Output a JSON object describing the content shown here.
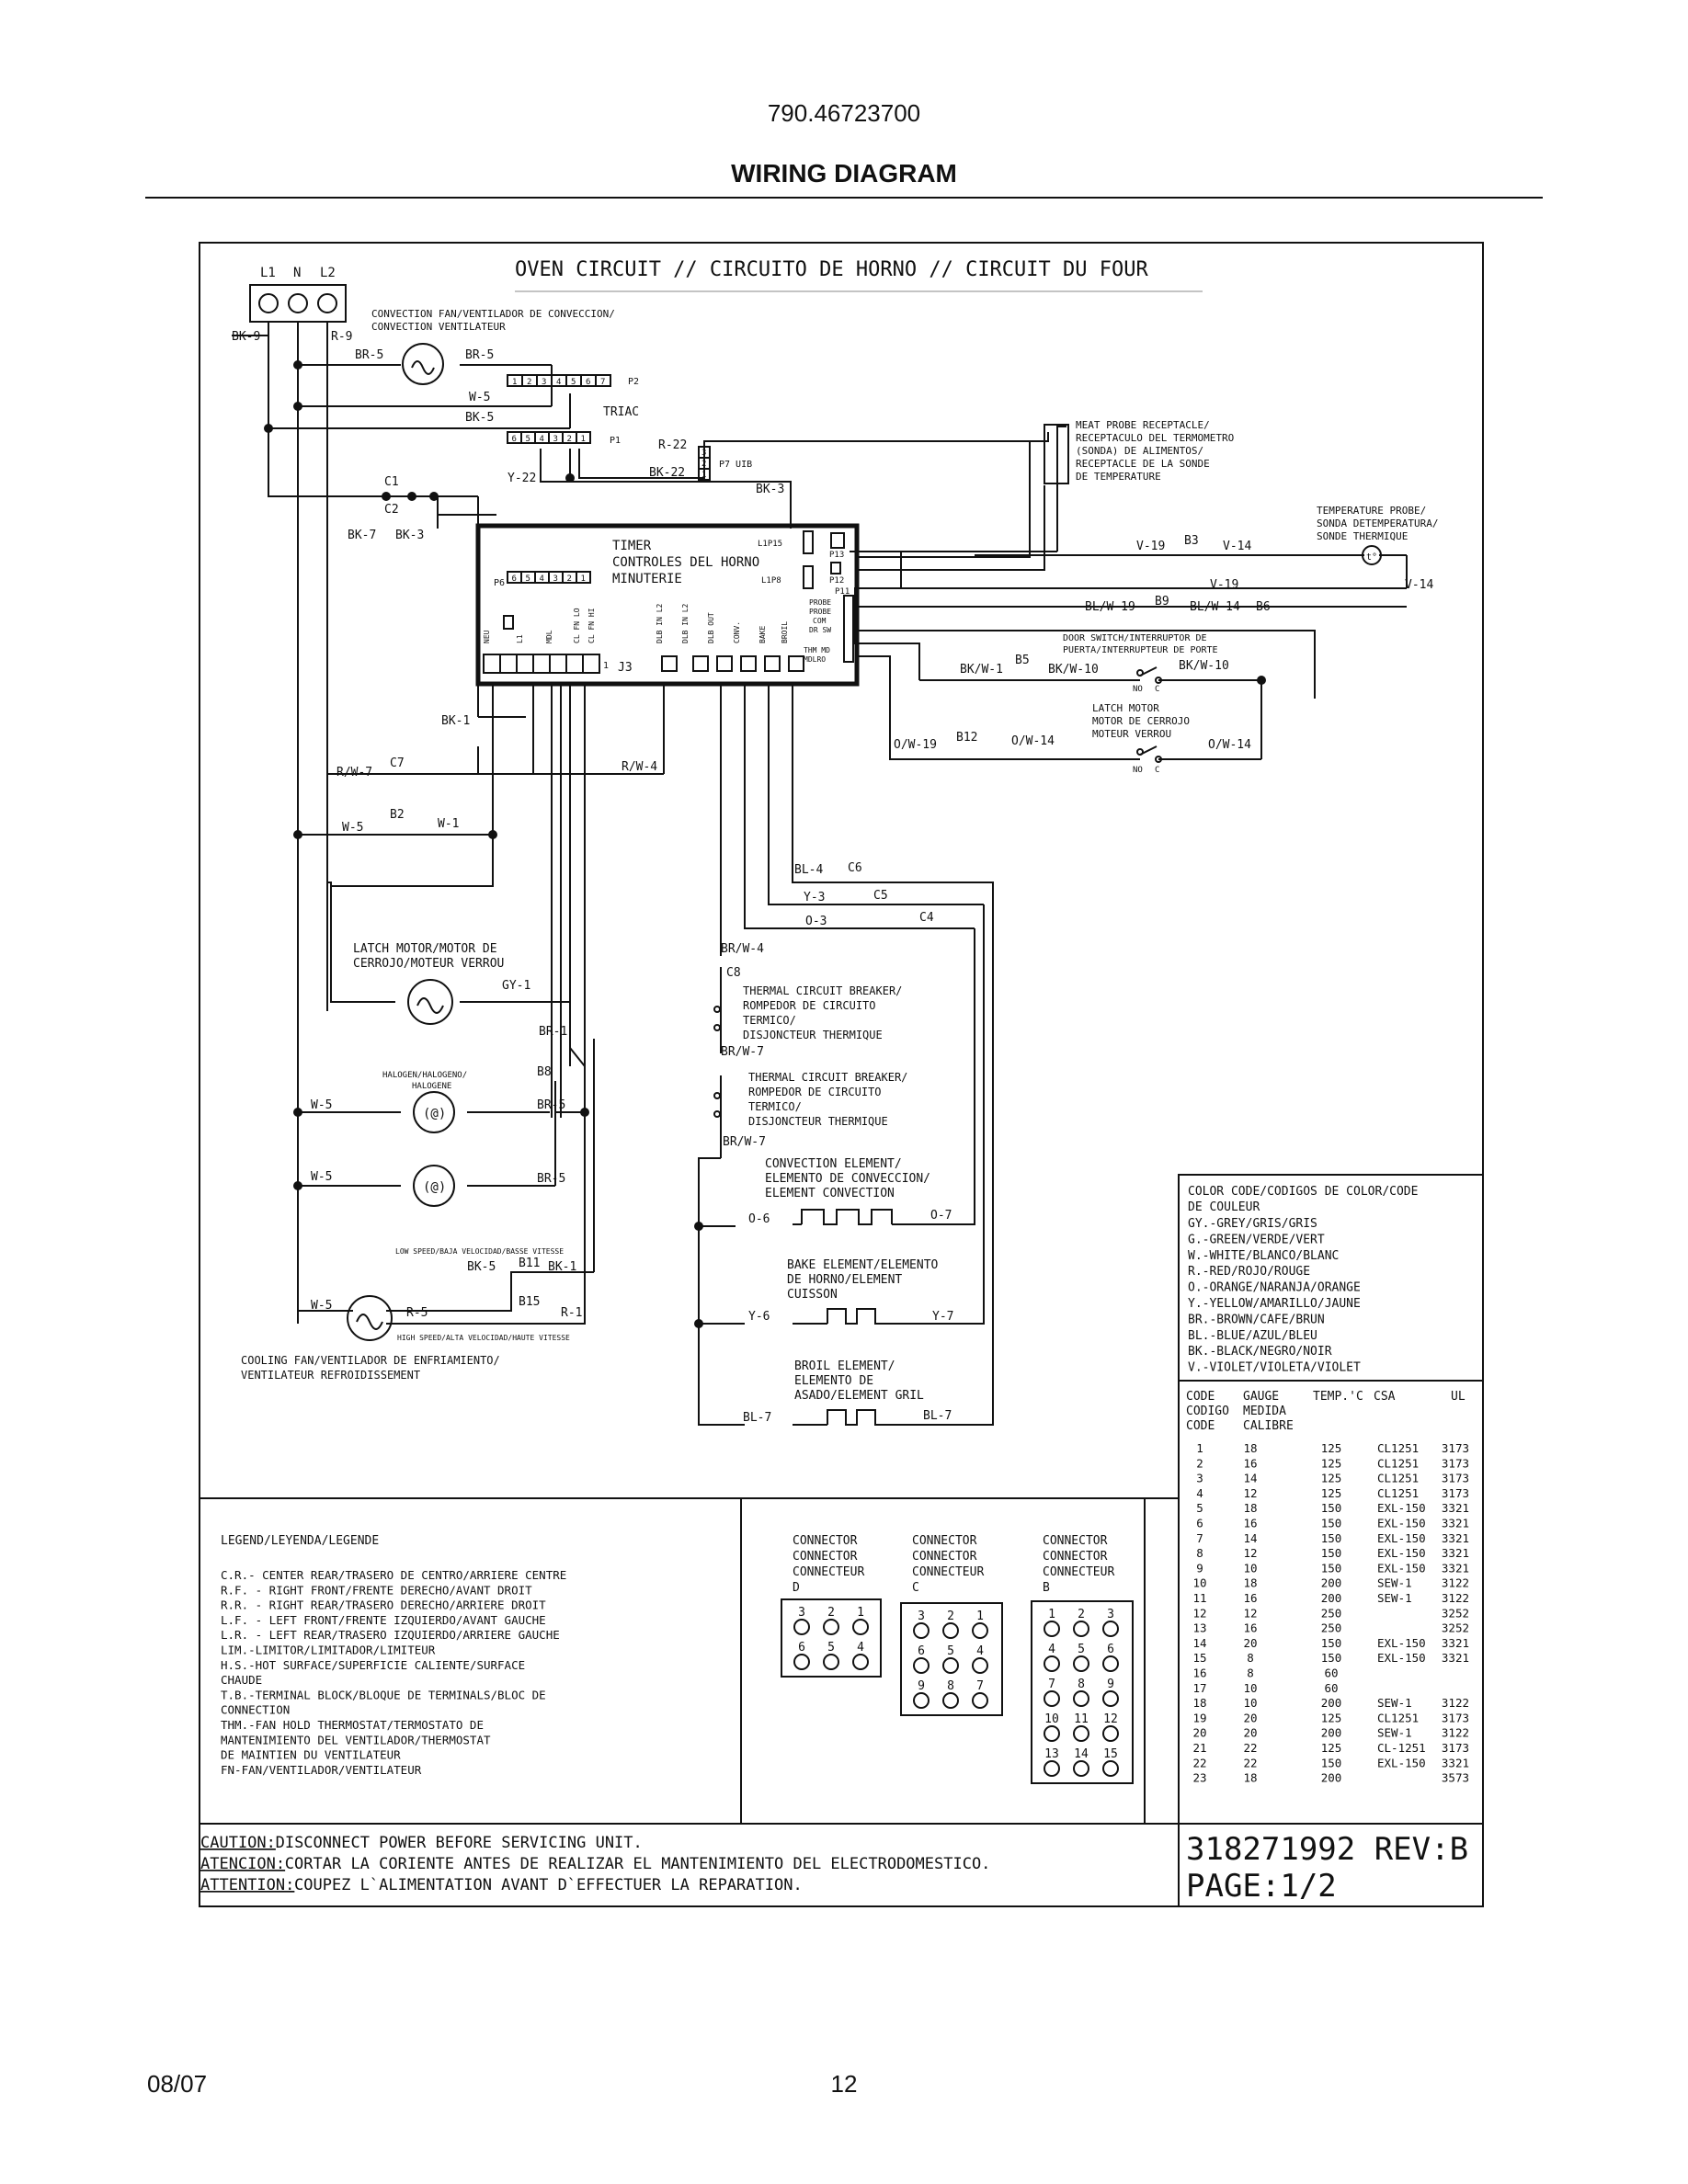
{
  "header": {
    "model": "790.46723700",
    "title": "WIRING DIAGRAM"
  },
  "footer": {
    "date": "08/07",
    "page": "12"
  },
  "diagram": {
    "title": "OVEN CIRCUIT // CIRCUITO DE HORNO // CIRCUIT DU FOUR",
    "power_terminals": [
      "L1",
      "N",
      "L2"
    ],
    "wires": {
      "bk9": "BK-9",
      "r9": "R-9",
      "br5a": "BR-5",
      "br5b": "BR-5",
      "w5a": "W-5",
      "bk5": "BK-5",
      "r22": "R-22",
      "bk22": "BK-22",
      "y22": "Y-22",
      "bk3a": "BK-3",
      "bk7": "BK-7",
      "bk3b": "BK-3",
      "v19a": "V-19",
      "v14a": "V-14",
      "v19b": "V-19",
      "v14b": "V-14",
      "blw19": "BL/W-19",
      "blw14": "BL/W-14",
      "bkw1": "BK/W-1",
      "bkw10a": "BK/W-10",
      "bkw10b": "BK/W-10",
      "ow19": "O/W-19",
      "ow14a": "O/W-14",
      "ow14b": "O/W-14",
      "bk1a": "BK-1",
      "rw7": "R/W-7",
      "rw4": "R/W-4",
      "w5b": "W-5",
      "w1": "W-1",
      "bl4": "BL-4",
      "y3": "Y-3",
      "o3": "O-3",
      "brw4": "BR/W-4",
      "brw7a": "BR/W-7",
      "brw7b": "BR/W-7",
      "gy1": "GY-1",
      "br1": "BR-1",
      "w5c": "W-5",
      "br5c": "BR-5",
      "w5d": "W-5",
      "br5d": "BR-5",
      "bk5b": "BK-5",
      "bk1b": "BK-1",
      "w5e": "W-5",
      "r5": "R-5",
      "r1": "R-1",
      "o6": "O-6",
      "o7": "O-7",
      "y6": "Y-6",
      "y7": "Y-7",
      "bl7a": "BL-7",
      "bl7b": "BL-7"
    },
    "connectors_ids": {
      "c1": "C1",
      "c2": "C2",
      "c7": "C7",
      "b2": "B2",
      "c6": "C6",
      "c5": "C5",
      "c4": "C4",
      "c8": "C8",
      "b3": "B3",
      "b9": "B9",
      "b6": "B6",
      "b5": "B5",
      "b12": "B12",
      "b8": "B8",
      "b11": "B11",
      "b15": "B15",
      "p2": "P2",
      "p1": "P1",
      "p7": "P7 UIB",
      "triac": "TRIAC",
      "j3": "J3",
      "p6": "P6"
    },
    "p2_pins": [
      "1",
      "2",
      "3",
      "4",
      "5",
      "6",
      "7"
    ],
    "p1_pins": [
      "6",
      "5",
      "4",
      "3",
      "2",
      "1"
    ],
    "p6_pins": [
      "6",
      "5",
      "4",
      "3",
      "2",
      "1"
    ],
    "p7_pins": [
      "3",
      "2",
      "1"
    ],
    "components": {
      "conv_fan": [
        "CONVECTION FAN/VENTILADOR DE CONVECCION/",
        "CONVECTION VENTILATEUR"
      ],
      "timer": [
        "TIMER",
        "CONTROLES DEL HORNO",
        "MINUTERIE"
      ],
      "timer_pins": [
        "NEU",
        "L1",
        "MDL",
        "CL FN LO",
        "CL FN HI",
        "DLB IN L2",
        "DLB IN L2",
        "DLB OUT",
        "CONV.",
        "BAKE",
        "BROIL"
      ],
      "timer_right": [
        "L1P15",
        "L1P8",
        "P13",
        "P12",
        "P11",
        "PROBE",
        "PROBE",
        "COM",
        "DR SW",
        "THM MD",
        "MDLRO"
      ],
      "meat_probe": [
        "MEAT PROBE RECEPTACLE/",
        "RECEPTACULO DEL TERMOMETRO",
        "(SONDA) DE ALIMENTOS/",
        "RECEPTACLE DE LA SONDE",
        "DE TEMPERATURE"
      ],
      "temp_probe": [
        "TEMPERATURE PROBE/",
        "SONDA DETEMPERATURA/",
        "SONDE THERMIQUE"
      ],
      "door_switch": [
        "DOOR SWITCH/INTERRUPTOR DE",
        "PUERTA/INTERRUPTEUR DE PORTE"
      ],
      "latch_motor_r": [
        "LATCH MOTOR",
        "MOTOR DE CERROJO",
        "MOTEUR VERROU"
      ],
      "latch_motor_l": [
        "LATCH MOTOR/MOTOR DE",
        "CERROJO/MOTEUR VERROU"
      ],
      "halogen": [
        "HALOGEN/HALOGENO/",
        "HALOGENE"
      ],
      "tcb1": [
        "THERMAL CIRCUIT BREAKER/",
        "ROMPEDOR DE CIRCUITO",
        "TERMICO/",
        "DISJONCTEUR THERMIQUE"
      ],
      "tcb2": [
        "THERMAL CIRCUIT BREAKER/",
        "ROMPEDOR DE CIRCUITO",
        "TERMICO/",
        "DISJONCTEUR THERMIQUE"
      ],
      "conv_element": [
        "CONVECTION ELEMENT/",
        "ELEMENTO DE CONVECCION/",
        "ELEMENT CONVECTION"
      ],
      "bake_element": [
        "BAKE ELEMENT/ELEMENTO",
        "DE HORNO/ELEMENT",
        "CUISSON"
      ],
      "broil_element": [
        "BROIL ELEMENT/",
        "ELEMENTO DE",
        "ASADO/ELEMENT GRIL"
      ],
      "low_speed": "LOW SPEED/BAJA VELOCIDAD/BASSE VITESSE",
      "high_speed": "HIGH SPEED/ALTA VELOCIDAD/HAUTE VITESSE",
      "cooling_fan": [
        "COOLING FAN/VENTILADOR DE ENFRIAMIENTO/",
        "VENTILATEUR REFROIDISSEMENT"
      ],
      "no_c": [
        "NO",
        "C"
      ]
    },
    "color_code": {
      "title": [
        "COLOR CODE/CODIGOS DE COLOR/CODE",
        "DE COULEUR"
      ],
      "entries": [
        "GY.-GREY/GRIS/GRIS",
        "G.-GREEN/VERDE/VERT",
        "W.-WHITE/BLANCO/BLANC",
        "R.-RED/ROJO/ROUGE",
        "O.-ORANGE/NARANJA/ORANGE",
        "Y.-YELLOW/AMARILLO/JAUNE",
        "BR.-BROWN/CAFE/BRUN",
        "BL.-BLUE/AZUL/BLEU",
        "BK.-BLACK/NEGRO/NOIR",
        "V.-VIOLET/VIOLETA/VIOLET"
      ]
    },
    "gauge_table": {
      "headers": [
        [
          "CODE",
          "CODIGO",
          "CODE"
        ],
        [
          "GAUGE",
          "MEDIDA",
          "CALIBRE"
        ],
        [
          "TEMP.'C"
        ],
        [
          "CSA"
        ],
        [
          "UL"
        ]
      ],
      "rows": [
        [
          "1",
          "18",
          "125",
          "CL1251",
          "3173"
        ],
        [
          "2",
          "16",
          "125",
          "CL1251",
          "3173"
        ],
        [
          "3",
          "14",
          "125",
          "CL1251",
          "3173"
        ],
        [
          "4",
          "12",
          "125",
          "CL1251",
          "3173"
        ],
        [
          "5",
          "18",
          "150",
          "EXL-150",
          "3321"
        ],
        [
          "6",
          "16",
          "150",
          "EXL-150",
          "3321"
        ],
        [
          "7",
          "14",
          "150",
          "EXL-150",
          "3321"
        ],
        [
          "8",
          "12",
          "150",
          "EXL-150",
          "3321"
        ],
        [
          "9",
          "10",
          "150",
          "EXL-150",
          "3321"
        ],
        [
          "10",
          "18",
          "200",
          "SEW-1",
          "3122"
        ],
        [
          "11",
          "16",
          "200",
          "SEW-1",
          "3122"
        ],
        [
          "12",
          "12",
          "250",
          "",
          "3252"
        ],
        [
          "13",
          "16",
          "250",
          "",
          "3252"
        ],
        [
          "14",
          "20",
          "150",
          "EXL-150",
          "3321"
        ],
        [
          "15",
          "8",
          "150",
          "EXL-150",
          "3321"
        ],
        [
          "16",
          "8",
          "60",
          "",
          ""
        ],
        [
          "17",
          "10",
          "60",
          "",
          ""
        ],
        [
          "18",
          "10",
          "200",
          "SEW-1",
          "3122"
        ],
        [
          "19",
          "20",
          "125",
          "CL1251",
          "3173"
        ],
        [
          "20",
          "20",
          "200",
          "SEW-1",
          "3122"
        ],
        [
          "21",
          "22",
          "125",
          "CL-1251",
          "3173"
        ],
        [
          "22",
          "22",
          "150",
          "EXL-150",
          "3321"
        ],
        [
          "23",
          "18",
          "200",
          "",
          "3573"
        ]
      ]
    },
    "legend": {
      "title": "LEGEND/LEYENDA/LEGENDE",
      "lines": [
        "C.R.- CENTER REAR/TRASERO DE CENTRO/ARRIERE CENTRE",
        "R.F. - RIGHT FRONT/FRENTE DERECHO/AVANT DROIT",
        "R.R. - RIGHT REAR/TRASERO DERECHO/ARRIERE DROIT",
        "L.F. - LEFT FRONT/FRENTE IZQUIERDO/AVANT GAUCHE",
        "L.R. - LEFT REAR/TRASERO IZQUIERDO/ARRIERE GAUCHE",
        "LIM.-LIMITOR/LIMITADOR/LIMITEUR",
        "H.S.-HOT SURFACE/SUPERFICIE CALIENTE/SURFACE",
        "    CHAUDE",
        "T.B.-TERMINAL BLOCK/BLOQUE DE TERMINALS/BLOC DE",
        "    CONNECTION",
        "THM.-FAN HOLD THERMOSTAT/TERMOSTATO DE",
        "    MANTENIMIENTO DEL VENTILADOR/THERMOSTAT",
        "    DE MAINTIEN DU VENTILATEUR",
        "FN-FAN/VENTILADOR/VENTILATEUR"
      ]
    },
    "connectors": [
      {
        "label": [
          "CONNECTOR",
          "CONNECTOR",
          "CONNECTEUR",
          "D"
        ],
        "rows": [
          [
            "3",
            "2",
            "1"
          ],
          [
            "6",
            "5",
            "4"
          ]
        ]
      },
      {
        "label": [
          "CONNECTOR",
          "CONNECTOR",
          "CONNECTEUR",
          "C"
        ],
        "rows": [
          [
            "3",
            "2",
            "1"
          ],
          [
            "6",
            "5",
            "4"
          ],
          [
            "9",
            "8",
            "7"
          ]
        ]
      },
      {
        "label": [
          "CONNECTOR",
          "CONNECTOR",
          "CONNECTEUR",
          "B"
        ],
        "rows": [
          [
            "1",
            "2",
            "3"
          ],
          [
            "4",
            "5",
            "6"
          ],
          [
            "7",
            "8",
            "9"
          ],
          [
            "10",
            "11",
            "12"
          ],
          [
            "13",
            "14",
            "15"
          ]
        ]
      }
    ],
    "caution": [
      {
        "head": "CAUTION:",
        "text": " DISCONNECT POWER BEFORE SERVICING UNIT."
      },
      {
        "head": "ATENCION:",
        "text": "CORTAR LA CORIENTE ANTES DE REALIZAR EL MANTENIMIENTO DEL ELECTRODOMESTICO."
      },
      {
        "head": "ATTENTION:",
        "text": "COUPEZ L`ALIMENTATION AVANT D`EFFECTUER LA REPARATION."
      }
    ],
    "part_number": "318271992 REV:B",
    "page": "PAGE:1/2"
  }
}
